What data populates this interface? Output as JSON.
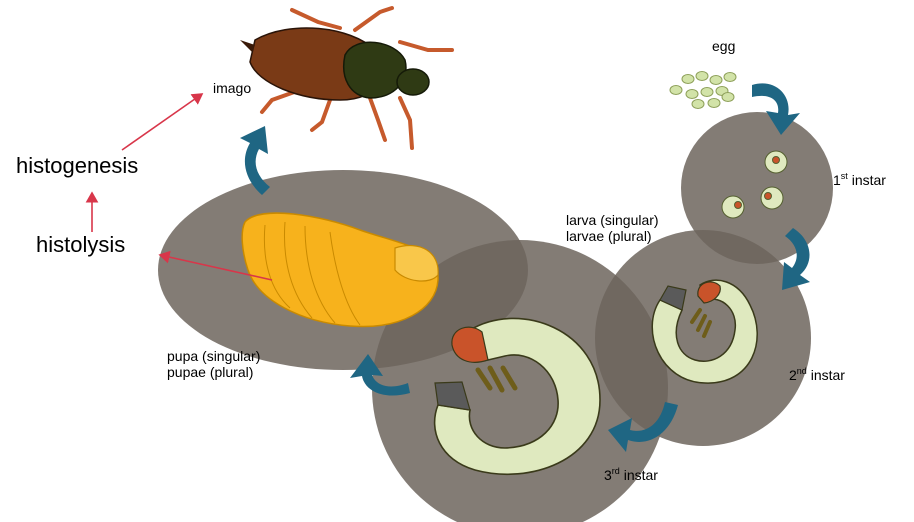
{
  "labels": {
    "egg": "egg",
    "imago": "imago",
    "histogenesis": "histogenesis",
    "histolysis": "histolysis",
    "larva_singular": "larva (singular)",
    "larva_plural": "larvae (plural)",
    "pupa_singular": "pupa (singular)",
    "pupa_plural": "pupae (plural)",
    "instar1_num": "1",
    "instar1_sup": "st",
    "instar2_num": "2",
    "instar2_sup": "nd",
    "instar3_num": "3",
    "instar3_sup": "rd",
    "instar_word": "instar"
  },
  "colors": {
    "soil": "#6d655d",
    "cycle_arrow": "#1f6683",
    "pointer_arrow": "#d8364a",
    "larva_body": "#dfe9bf",
    "larva_head": "#c9532a",
    "pupa_body": "#f7b21c",
    "beetle_thorax": "#2f3a14",
    "beetle_wing": "#7a3a16",
    "beetle_leg": "#c65a2c",
    "egg": "#d2e3a8"
  }
}
